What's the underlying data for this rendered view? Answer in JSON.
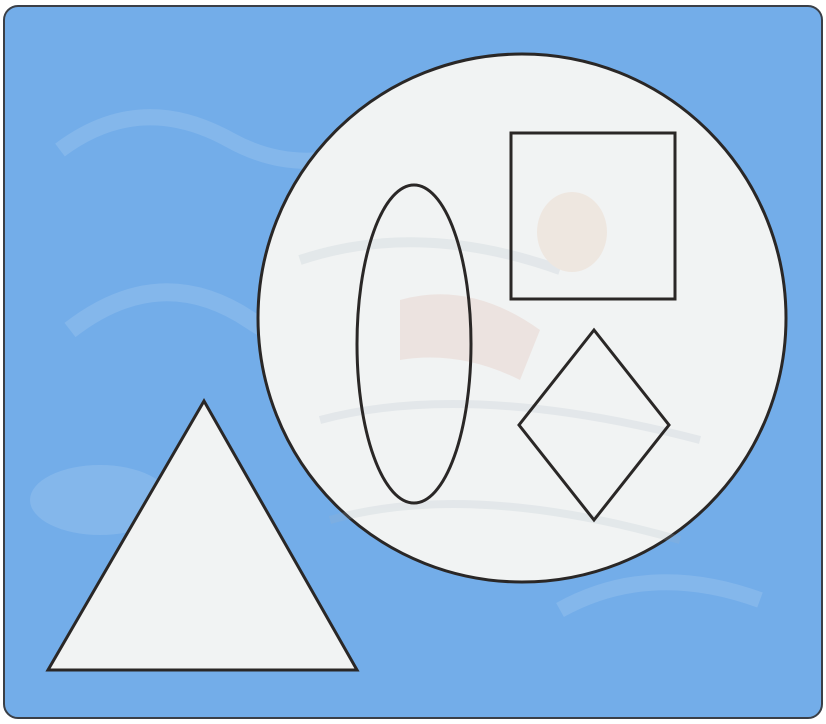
{
  "colors": {
    "page": "#ffffff",
    "panel": "#73ade9",
    "panel_border": "#3a3f47",
    "shape_fill": "#f1f3f3",
    "shape_stroke": "#2a2726"
  },
  "shapes": [
    {
      "kind": "triangle",
      "name": "triangle-shape"
    },
    {
      "kind": "circle",
      "name": "circle-shape"
    },
    {
      "kind": "ellipse",
      "name": "ellipse-shape"
    },
    {
      "kind": "square",
      "name": "square-shape"
    },
    {
      "kind": "diamond",
      "name": "diamond-shape"
    }
  ]
}
